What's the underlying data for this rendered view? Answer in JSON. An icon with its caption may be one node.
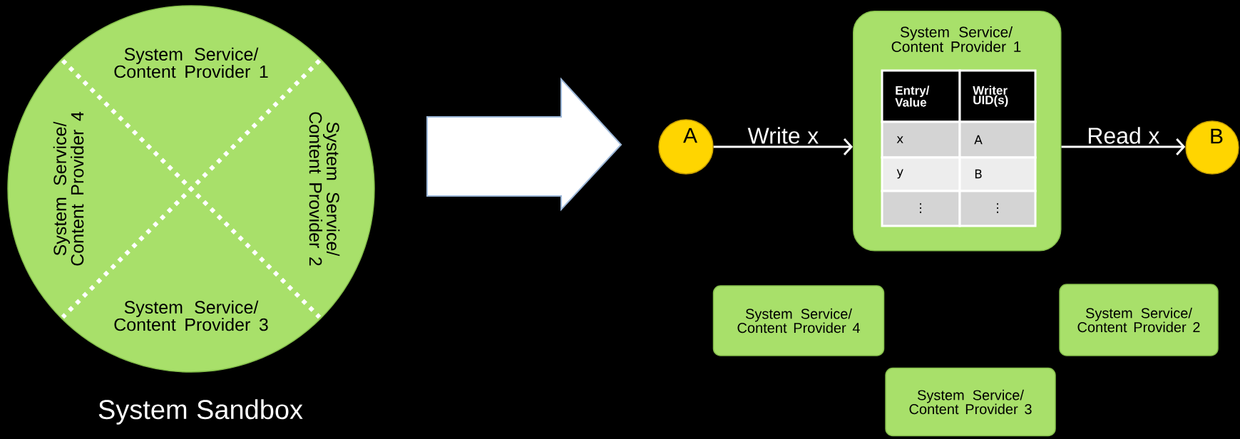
{
  "diagram": {
    "nodes": [
      {
        "text": [
          "System Service/ Content Provider 1",
          "System Service/ Content Provider 2",
          "System Service/ Content Provider 3",
          "System Service/ Content Provider 4"
        ],
        "beside": [
          "System Sandbox"
        ]
      },
      {
        "text": [
          "A"
        ]
      },
      {
        "text": [
          "System Service/ Content Provider 1"
        ]
      },
      {
        "text": [
          "B"
        ]
      },
      {
        "text": [
          "System Service/ Content Provider 4"
        ]
      },
      {
        "text": [
          "System Service/ Content Provider 2"
        ]
      },
      {
        "text": [
          "System Service/ Content Provider 3"
        ]
      }
    ],
    "edges": [
      {
        "from": 1,
        "to": 2,
        "arrow": "to",
        "label": "Write x"
      },
      {
        "from": 2,
        "to": 3,
        "arrow": "to",
        "label": "Read x"
      }
    ],
    "labels": [
      "Entry/ Value",
      "Writer UID(s)",
      "x",
      "A",
      "y",
      "B",
      "⋮",
      "⋮"
    ]
  }
}
